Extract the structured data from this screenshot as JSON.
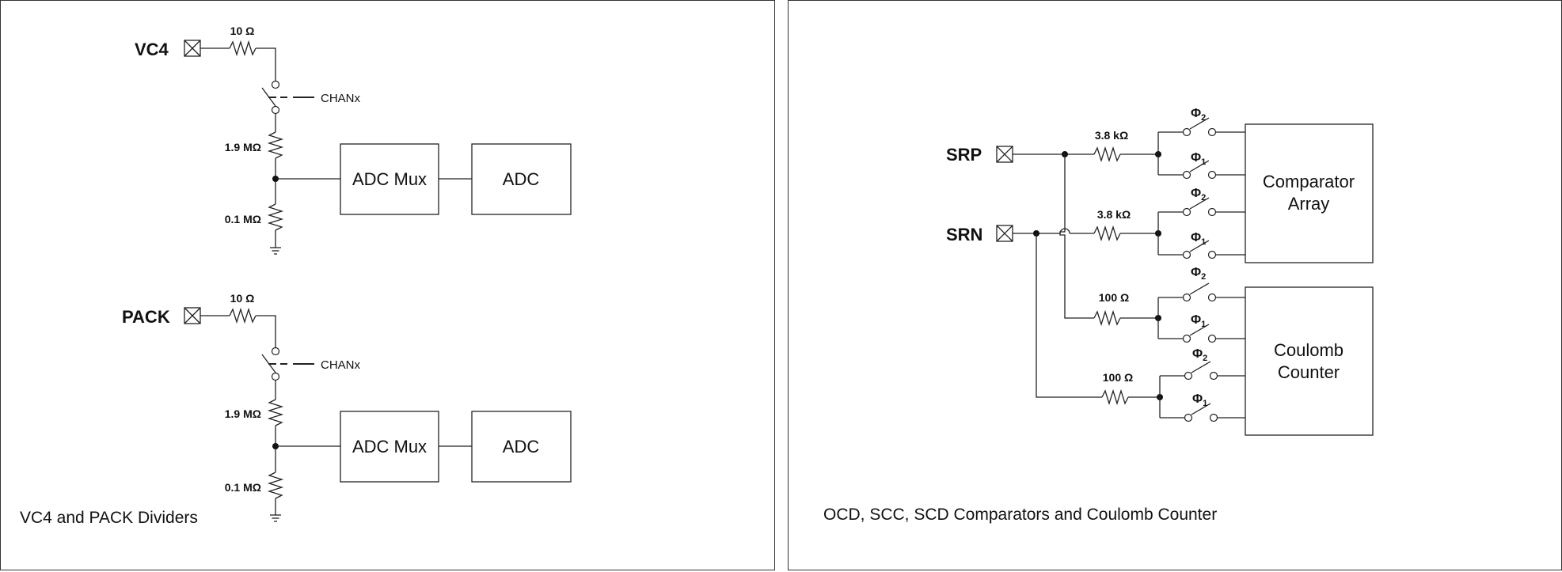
{
  "left": {
    "caption": "VC4 and PACK Dividers",
    "circuits": [
      {
        "pin": "VC4",
        "series_resistor": "10 Ω",
        "switch_label": "CHANx",
        "upper_resistor": "1.9 MΩ",
        "lower_resistor": "0.1 MΩ",
        "mux": "ADC Mux",
        "adc": "ADC"
      },
      {
        "pin": "PACK",
        "series_resistor": "10 Ω",
        "switch_label": "CHANx",
        "upper_resistor": "1.9 MΩ",
        "lower_resistor": "0.1 MΩ",
        "mux": "ADC Mux",
        "adc": "ADC"
      }
    ]
  },
  "right": {
    "caption": "OCD, SCC, SCD Comparators and Coulomb Counter",
    "pins": {
      "srp": "SRP",
      "srn": "SRN"
    },
    "resistors": [
      "3.8 kΩ",
      "3.8 kΩ",
      "100 Ω",
      "100 Ω"
    ],
    "phase_symbol": "Φ",
    "phase_subs": [
      "2",
      "1",
      "2",
      "1",
      "2",
      "1",
      "2",
      "1"
    ],
    "comparator_lines": [
      "Comparator",
      "Array"
    ],
    "coulomb_lines": [
      "Coulomb",
      "Counter"
    ]
  }
}
